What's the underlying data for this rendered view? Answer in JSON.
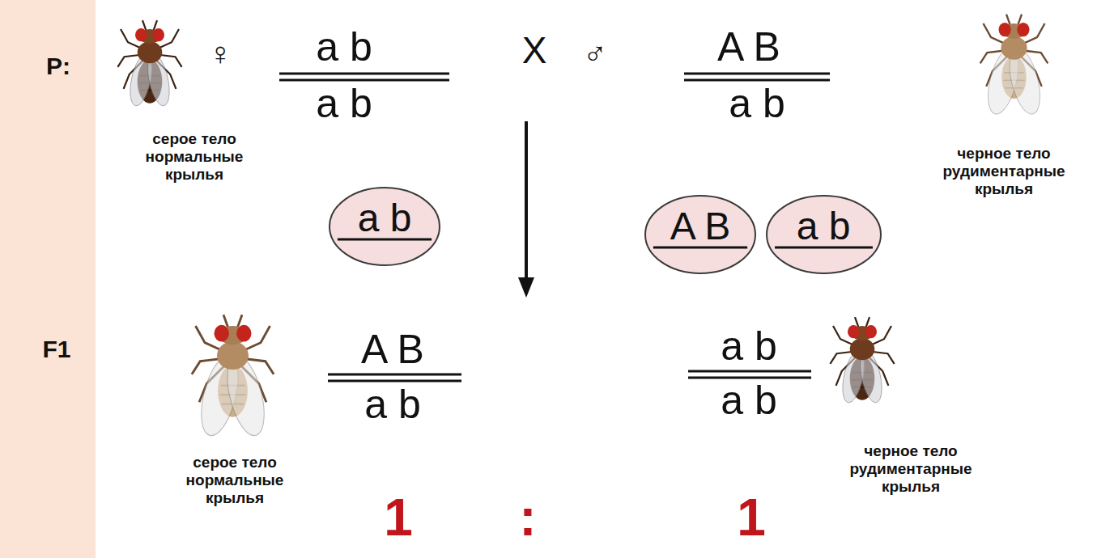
{
  "diagram": {
    "nodes": [
      {
        "text": [
          "a b"
        ]
      },
      {
        "text": [
          "A B"
        ]
      },
      {
        "text": [
          "a b"
        ]
      }
    ],
    "labels": [
      "P:",
      "F1",
      "♀",
      "a b",
      "a b",
      "серое тело нормальные крылья",
      "X",
      "♂",
      "A B",
      "a b",
      "черное тело рудиментарные крылья",
      "A B",
      "a b",
      "серое тело нормальные крылья",
      "a b",
      "a b",
      "черное тело рудиментарные крылья",
      "1",
      ":",
      "1"
    ]
  }
}
